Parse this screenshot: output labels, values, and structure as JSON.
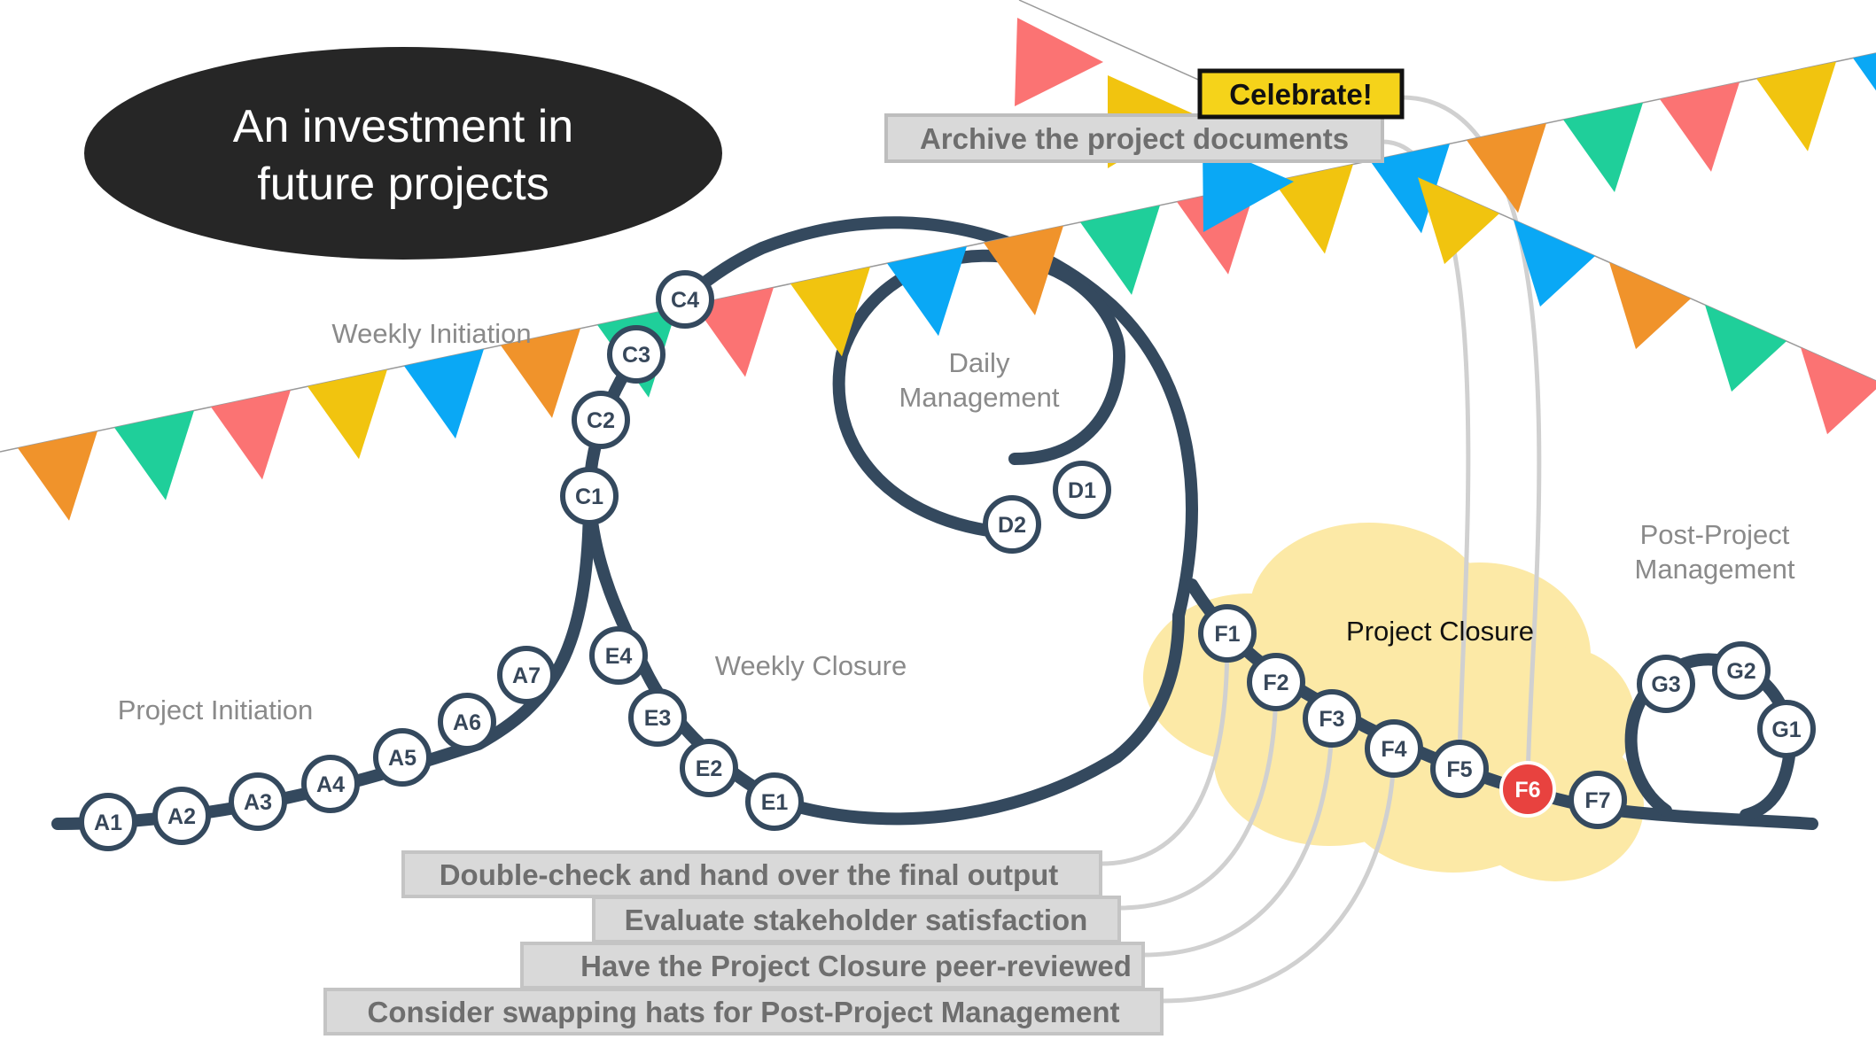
{
  "title": {
    "line1": "An investment in",
    "line2": "future projects"
  },
  "phases": {
    "project_initiation": "Project Initiation",
    "weekly_initiation": "Weekly Initiation",
    "daily_management_line1": "Daily",
    "daily_management_line2": "Management",
    "weekly_closure": "Weekly Closure",
    "project_closure": "Project Closure",
    "post_project_line1": "Post-Project",
    "post_project_line2": "Management"
  },
  "nodes": {
    "a": [
      "A1",
      "A2",
      "A3",
      "A4",
      "A5",
      "A6",
      "A7"
    ],
    "c": [
      "C1",
      "C2",
      "C3",
      "C4"
    ],
    "d": [
      "D1",
      "D2"
    ],
    "e": [
      "E1",
      "E2",
      "E3",
      "E4"
    ],
    "f": [
      "F1",
      "F2",
      "F3",
      "F4",
      "F5",
      "F6",
      "F7"
    ],
    "g": [
      "G1",
      "G2",
      "G3"
    ]
  },
  "highlighted_node": "F6",
  "callouts": {
    "celebrate": "Celebrate!",
    "archive": "Archive the project documents",
    "double_check": "Double-check and hand over the final output",
    "evaluate": "Evaluate stakeholder satisfaction",
    "peer_review": "Have the Project Closure peer-reviewed",
    "swap_hats": "Consider swapping hats for Post-Project Management"
  },
  "colors": {
    "track": "#34495e",
    "node_fill": "#ffffff",
    "highlight": "#e8423f",
    "cloud": "#fce9a6",
    "title_bg": "#262626",
    "celebrate_bg": "#f5d31a",
    "callout_bg": "#d9d9d9",
    "connector": "#d0d0d0",
    "flag_colors": [
      "#f0932b",
      "#1fcf9a",
      "#fb7373",
      "#f1c40f",
      "#0aa8f5"
    ]
  }
}
